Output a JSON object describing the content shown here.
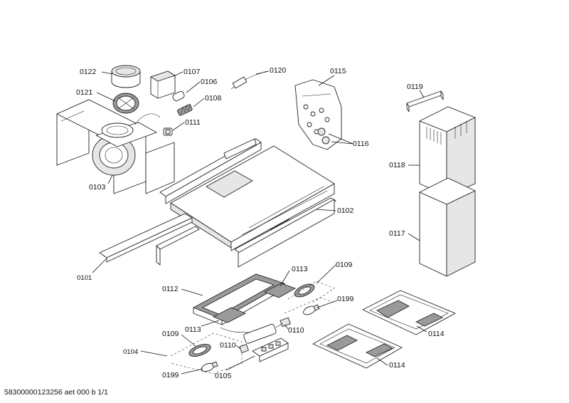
{
  "labels": {
    "p0122": "0122",
    "p0107": "0107",
    "p0106": "0106",
    "p0121": "0121",
    "p0108": "0108",
    "p0111": "0111",
    "p0103": "0103",
    "p0120": "0120",
    "p0115": "0115",
    "p0116": "0116",
    "p0119": "0119",
    "p0118": "0118",
    "p0117": "0117",
    "p0102": "0102",
    "p0101": "0101",
    "p0113a": "0113",
    "p0109a": "0109",
    "p0112": "0112",
    "p0199a": "0199",
    "p0113b": "0113",
    "p0110a": "0110",
    "p0114a": "0114",
    "p0109b": "0109",
    "p0104": "0104",
    "p0110b": "0110",
    "p0114b": "0114",
    "p0199b": "0199",
    "p0105": "0105"
  },
  "footer": "58300000123256 aet 000 b 1/1"
}
